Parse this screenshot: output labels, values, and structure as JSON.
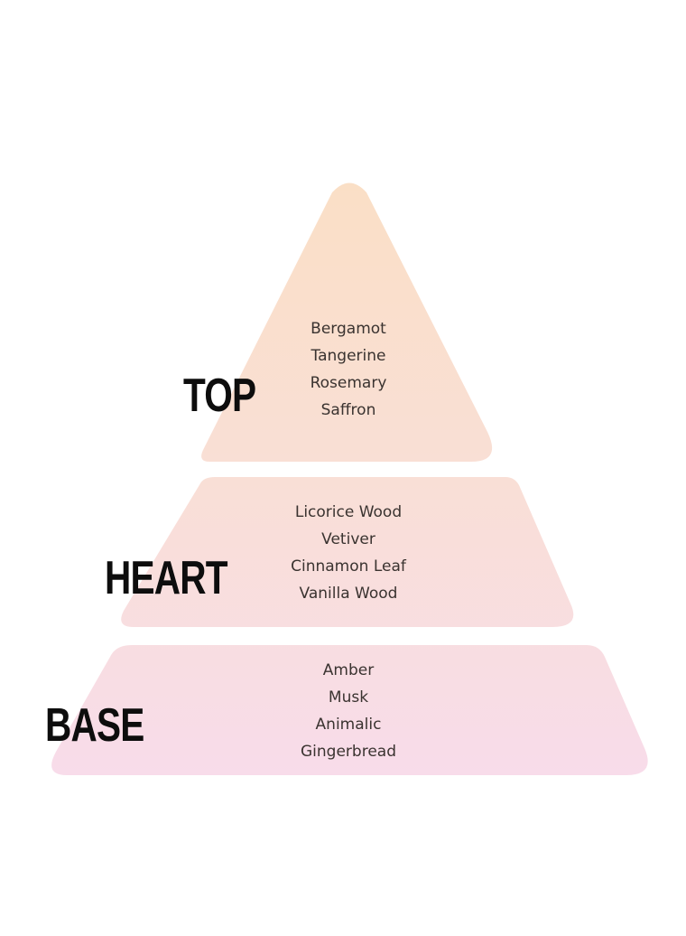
{
  "colors": {
    "top": "#fadfc6",
    "heart": "#f9dfd6",
    "base": "#f8dcea",
    "label": "#0d0d0d",
    "note": "#3a3330"
  },
  "tiers": [
    {
      "label": "TOP",
      "notes": [
        "Bergamot",
        "Tangerine",
        "Rosemary",
        "Saffron"
      ]
    },
    {
      "label": "HEART",
      "notes": [
        "Licorice Wood",
        "Vetiver",
        "Cinnamon Leaf",
        "Vanilla Wood"
      ]
    },
    {
      "label": "BASE",
      "notes": [
        "Amber",
        "Musk",
        "Animalic",
        "Gingerbread"
      ]
    }
  ]
}
